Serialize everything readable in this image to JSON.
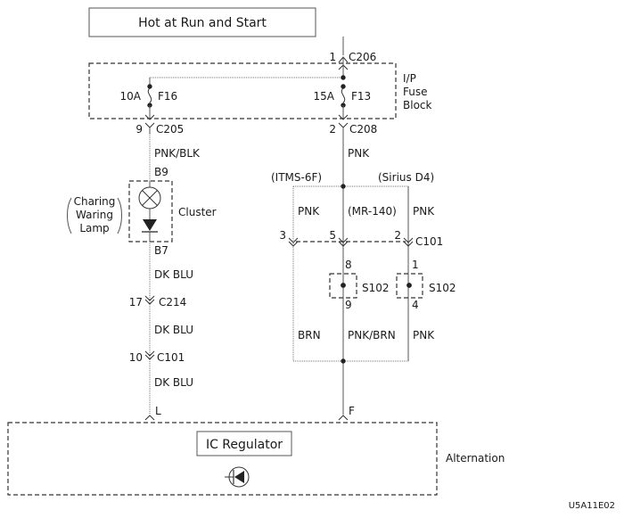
{
  "power_source": {
    "label": "Hot at Run and Start"
  },
  "fuse_block": {
    "label": [
      "I/P",
      "Fuse",
      "Block"
    ],
    "fuses": [
      {
        "rating": "10A",
        "name": "F16"
      },
      {
        "rating": "15A",
        "name": "F13"
      }
    ]
  },
  "connectors": {
    "c206": {
      "pin": "1",
      "name": "C206"
    },
    "c205": {
      "pin": "9",
      "name": "C205"
    },
    "c208": {
      "pin": "2",
      "name": "C208"
    },
    "c214": {
      "pin": "17",
      "name": "C214"
    },
    "c101_left": {
      "pin": "10",
      "name": "C101"
    },
    "c101_right": {
      "pins": [
        "3",
        "5",
        "2"
      ],
      "name": "C101"
    }
  },
  "cluster": {
    "label": "Cluster",
    "lamp_label": [
      "Charing",
      "Waring",
      "Lamp"
    ],
    "pin_in": "B9",
    "pin_out": "B7"
  },
  "wires": {
    "pnk_blk": "PNK/BLK",
    "dk_blu_1": "DK BLU",
    "dk_blu_2": "DK BLU",
    "dk_blu_3": "DK BLU",
    "pnk_main": "PNK",
    "pnk_left": "PNK",
    "pnk_right": "PNK",
    "brn": "BRN",
    "pnk_brn": "PNK/BRN",
    "pnk_lower_right": "PNK"
  },
  "variants": {
    "left": "(ITMS-6F)",
    "middle": "(MR-140)",
    "right": "(Sirius D4)"
  },
  "splices": [
    {
      "name": "S102",
      "pin_top": "8",
      "pin_bottom": "9"
    },
    {
      "name": "S102",
      "pin_top": "1",
      "pin_bottom": "4"
    }
  ],
  "alternator": {
    "label": "Alternation",
    "regulator": "IC Regulator",
    "terminal_left": "L",
    "terminal_right": "F"
  },
  "figure_code": "U5A11E02"
}
